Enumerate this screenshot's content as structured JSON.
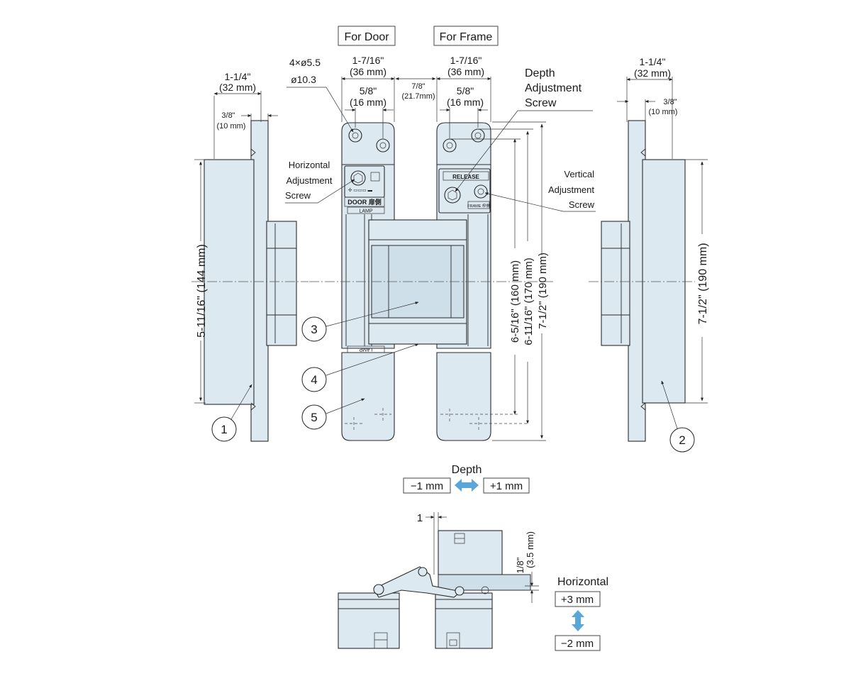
{
  "headers": {
    "door": "For Door",
    "frame": "For Frame"
  },
  "dimensions": {
    "left_width": "1-1/4\"",
    "left_width_mm": "(32 mm)",
    "left_offset": "3/8\"",
    "left_offset_mm": "(10 mm)",
    "hole_spec_1": "4×ø5.5",
    "hole_spec_2": "ø10.3",
    "door_width": "1-7/16\"",
    "door_width_mm": "(36 mm)",
    "door_hole_spacing": "5/8\"",
    "door_hole_spacing_mm": "(16 mm)",
    "gap": "7/8\"",
    "gap_mm": "(21.7mm)",
    "frame_width": "1-7/16\"",
    "frame_width_mm": "(36 mm)",
    "frame_hole_spacing": "5/8\"",
    "frame_hole_spacing_mm": "(16 mm)",
    "right_width": "1-1/4\"",
    "right_width_mm": "(32 mm)",
    "right_offset": "3/8\"",
    "right_offset_mm": "(10 mm)",
    "left_height": "5-11/16\"  (144 mm)",
    "right_height": "7-1/2\"  (190 mm)",
    "frame_h1": "6-5/16\"  (160 mm)",
    "frame_h2": "6-11/16\"  (170 mm)",
    "frame_h3": "7-1/2\"  (190 mm)"
  },
  "callouts": {
    "depth_screw_1": "Depth",
    "depth_screw_2": "Adjustment",
    "depth_screw_3": "Screw",
    "horiz_screw_1": "Horizontal",
    "horiz_screw_2": "Adjustment",
    "horiz_screw_3": "Screw",
    "vert_screw_1": "Vertical",
    "vert_screw_2": "Adjustment",
    "vert_screw_3": "Screw"
  },
  "part_markings": {
    "door_plate": "DOOR 扉側",
    "lamp": "LAMP",
    "release": "RELEASE",
    "frame_plate": "FRAME 枠側"
  },
  "part_numbers": [
    "1",
    "2",
    "3",
    "4",
    "5"
  ],
  "depth_adjust": {
    "title": "Depth",
    "minus": "−1 mm",
    "plus": "+1 mm"
  },
  "horizontal_adjust": {
    "title": "Horizontal",
    "plus": "+3 mm",
    "minus": "−2 mm",
    "offset": "1",
    "step": "1/8\"",
    "step_mm": "(3.5 mm)"
  },
  "colors": {
    "part_fill": "#dde9f1",
    "arrow": "#5aa6d8"
  }
}
